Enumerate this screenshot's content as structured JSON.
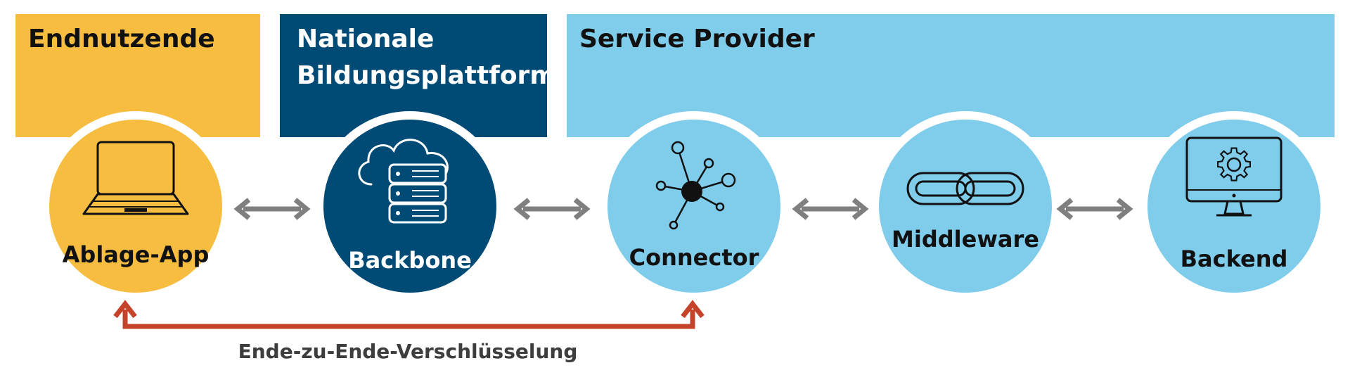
{
  "colors": {
    "yellow": "#f6bd41",
    "navy": "#004b76",
    "lightblue": "#80cceb",
    "arrow_grey": "#7f7f7f",
    "encryption_red": "#c5432b",
    "text_dark": "#111111",
    "text_white": "#ffffff"
  },
  "bands": {
    "endnutzende": {
      "label": "Endnutzende"
    },
    "nbp": {
      "label": "Nationale\nBildungsplattform"
    },
    "service_provider": {
      "label": "Service Provider"
    }
  },
  "nodes": {
    "ablage_app": {
      "label": "Ablage-App",
      "icon": "laptop-icon"
    },
    "backbone": {
      "label": "Backbone",
      "icon": "cloud-server-icon"
    },
    "connector": {
      "label": "Connector",
      "icon": "network-hub-icon"
    },
    "middleware": {
      "label": "Middleware",
      "icon": "chain-link-icon"
    },
    "backend": {
      "label": "Backend",
      "icon": "monitor-gear-icon"
    }
  },
  "connections": {
    "bidirectional_arrows": 4,
    "encryption": {
      "label": "Ende-zu-Ende-Verschlüsselung"
    }
  }
}
